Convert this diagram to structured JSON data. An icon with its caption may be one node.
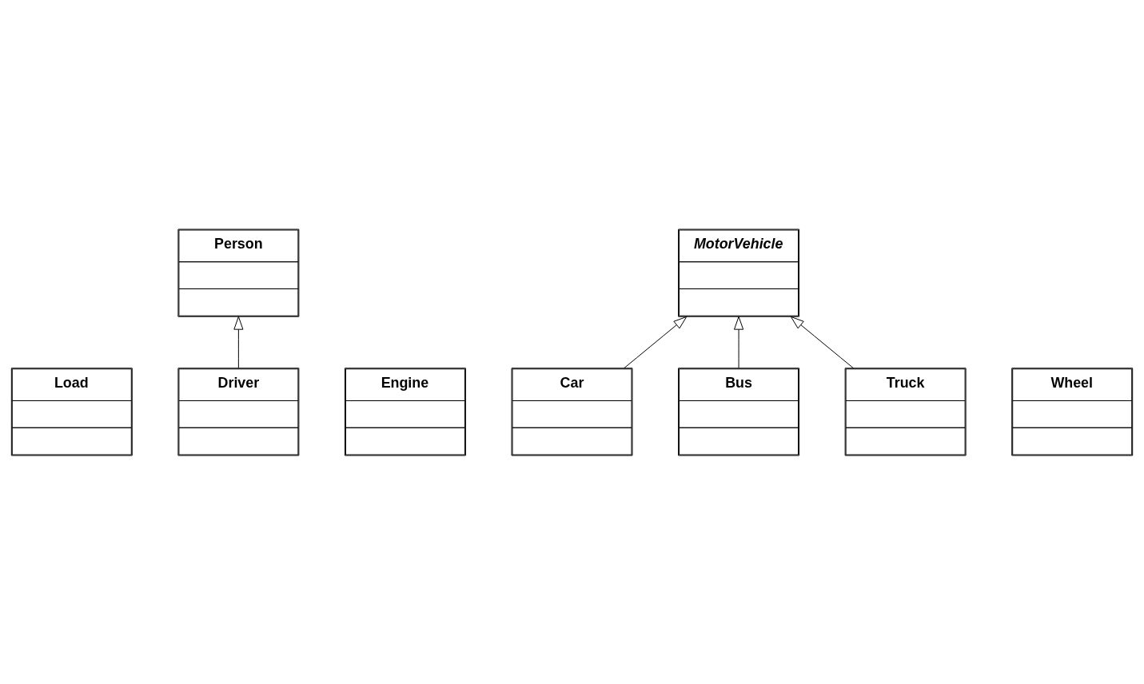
{
  "diagram": {
    "nodes": [
      {
        "text": [
          "Load"
        ]
      },
      {
        "text": [
          "Person"
        ]
      },
      {
        "text": [
          "Engine"
        ]
      },
      {
        "text": [
          "MotorVehicle"
        ]
      },
      {
        "text": [
          "Wheel"
        ]
      },
      {
        "text": [
          "Driver"
        ]
      },
      {
        "text": [
          "Car"
        ]
      },
      {
        "text": [
          "Bus"
        ]
      },
      {
        "text": [
          "Truck"
        ]
      }
    ],
    "edges": [
      {
        "from": 6,
        "to": 3,
        "arrow": "to"
      },
      {
        "from": 7,
        "to": 3,
        "arrow": "to"
      },
      {
        "from": 8,
        "to": 3,
        "arrow": "to"
      },
      {
        "from": 5,
        "to": 1,
        "arrow": "to"
      }
    ]
  }
}
